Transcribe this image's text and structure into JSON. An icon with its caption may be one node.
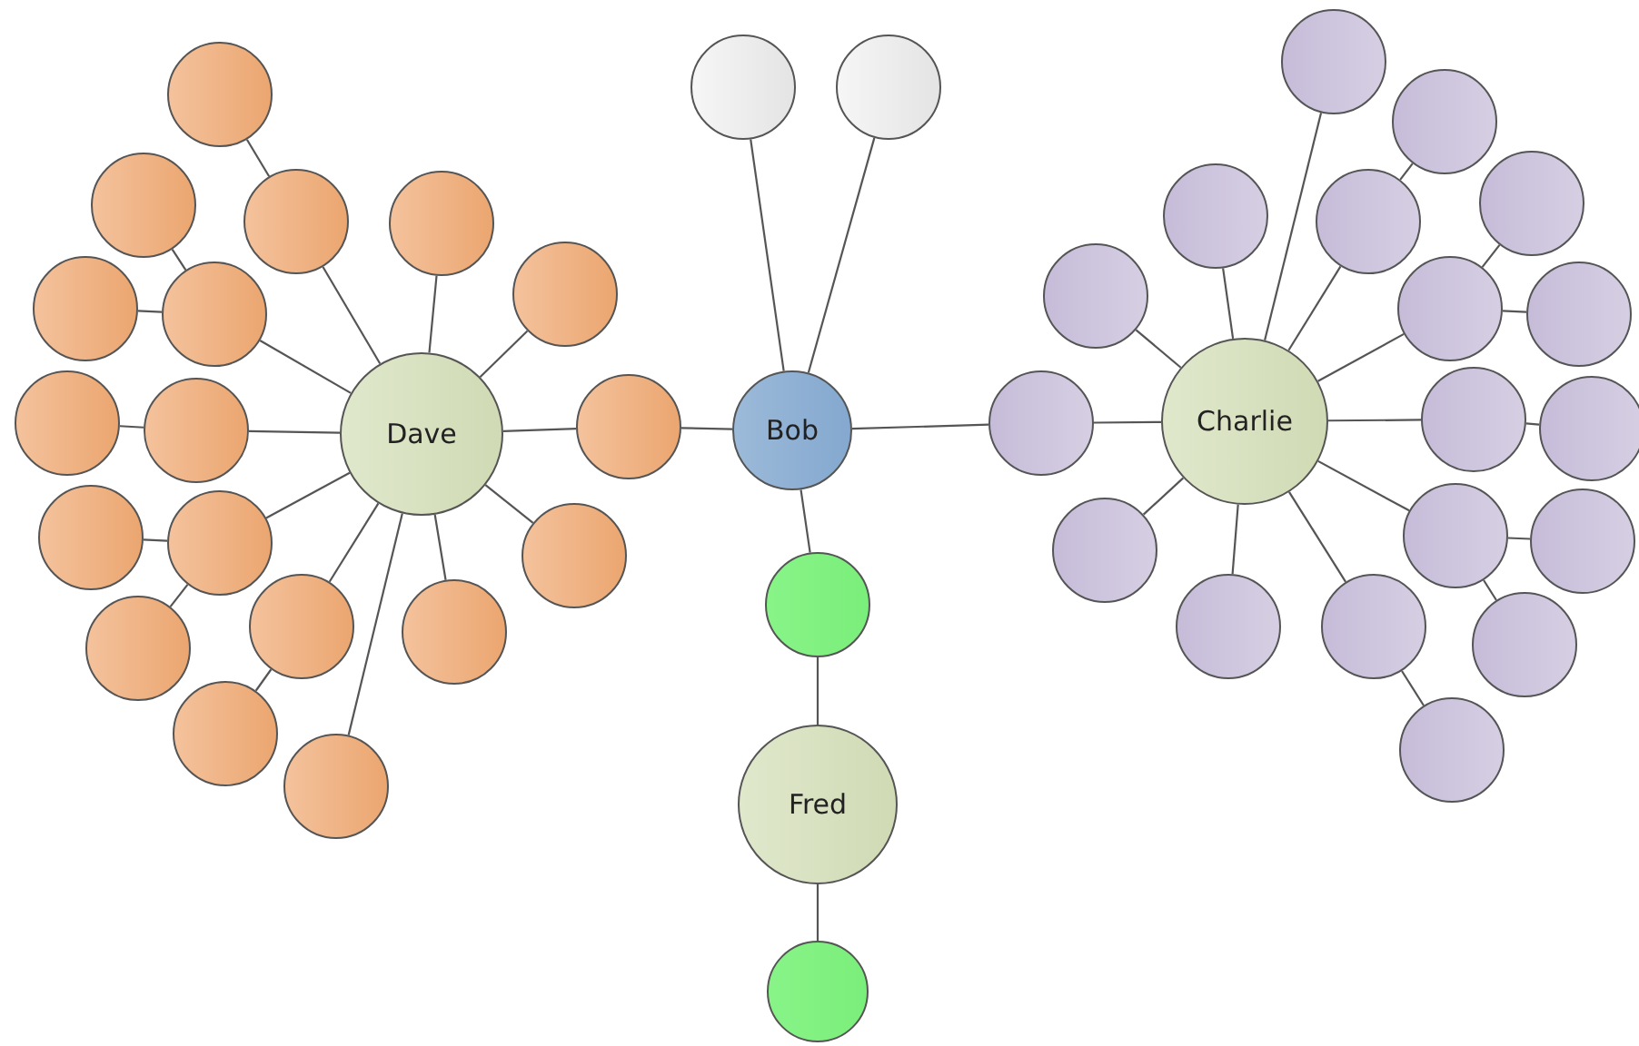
{
  "diagram": {
    "nodes": [
      {
        "text": [],
        "shape": "circle"
      },
      {
        "text": [],
        "shape": "circle"
      },
      {
        "text": [
          "Dave"
        ]
      },
      {
        "text": [],
        "shape": "circle"
      },
      {
        "text": [],
        "shape": "circle"
      },
      {
        "text": [],
        "shape": "circle"
      },
      {
        "text": [],
        "shape": "circle"
      },
      {
        "text": [],
        "shape": "circle"
      },
      {
        "text": [],
        "shape": "circle"
      },
      {
        "text": [],
        "shape": "circle"
      },
      {
        "text": [],
        "shape": "circle"
      },
      {
        "text": [],
        "shape": "circle"
      },
      {
        "text": [],
        "shape": "circle"
      },
      {
        "text": [],
        "shape": "circle"
      },
      {
        "text": [],
        "shape": "circle"
      },
      {
        "text": [],
        "shape": "circle"
      },
      {
        "text": [],
        "shape": "circle"
      },
      {
        "text": [],
        "shape": "circle"
      },
      {
        "text": [],
        "shape": "circle"
      },
      {
        "text": [],
        "shape": "circle"
      },
      {
        "text": [],
        "shape": "circle"
      },
      {
        "text": [
          "Bob"
        ]
      },
      {
        "text": [
          "Charlie"
        ]
      },
      {
        "text": [],
        "shape": "circle"
      },
      {
        "text": [],
        "shape": "circle"
      },
      {
        "text": [],
        "shape": "circle"
      },
      {
        "text": [],
        "shape": "circle"
      },
      {
        "text": [],
        "shape": "circle"
      },
      {
        "text": [],
        "shape": "circle"
      },
      {
        "text": [],
        "shape": "circle"
      },
      {
        "text": [],
        "shape": "circle"
      },
      {
        "text": [],
        "shape": "circle"
      },
      {
        "text": [],
        "shape": "circle"
      },
      {
        "text": [],
        "shape": "circle"
      },
      {
        "text": [],
        "shape": "circle"
      },
      {
        "text": [],
        "shape": "circle"
      },
      {
        "text": [],
        "shape": "circle"
      },
      {
        "text": [],
        "shape": "circle"
      },
      {
        "text": [],
        "shape": "circle"
      },
      {
        "text": [],
        "shape": "circle"
      },
      {
        "text": [],
        "shape": "circle"
      },
      {
        "text": [],
        "shape": "circle"
      },
      {
        "text": [
          "Fred"
        ]
      },
      {
        "text": [],
        "shape": "circle"
      }
    ],
    "edges": [
      {
        "from": 21,
        "to": 0,
        "arrow": "none"
      },
      {
        "from": 21,
        "to": 1,
        "arrow": "none"
      },
      {
        "from": 21,
        "to": 12,
        "arrow": "none"
      },
      {
        "from": 12,
        "to": 2,
        "arrow": "none"
      },
      {
        "from": 2,
        "to": 5,
        "arrow": "none"
      },
      {
        "from": 5,
        "to": 3,
        "arrow": "none"
      },
      {
        "from": 2,
        "to": 6,
        "arrow": "none"
      },
      {
        "from": 2,
        "to": 7,
        "arrow": "none"
      },
      {
        "from": 2,
        "to": 9,
        "arrow": "none"
      },
      {
        "from": 9,
        "to": 4,
        "arrow": "none"
      },
      {
        "from": 9,
        "to": 8,
        "arrow": "none"
      },
      {
        "from": 2,
        "to": 11,
        "arrow": "none"
      },
      {
        "from": 11,
        "to": 10,
        "arrow": "none"
      },
      {
        "from": 2,
        "to": 14,
        "arrow": "none"
      },
      {
        "from": 14,
        "to": 13,
        "arrow": "none"
      },
      {
        "from": 14,
        "to": 16,
        "arrow": "none"
      },
      {
        "from": 2,
        "to": 15,
        "arrow": "none"
      },
      {
        "from": 2,
        "to": 17,
        "arrow": "none"
      },
      {
        "from": 17,
        "to": 19,
        "arrow": "none"
      },
      {
        "from": 2,
        "to": 18,
        "arrow": "none"
      },
      {
        "from": 2,
        "to": 20,
        "arrow": "none"
      },
      {
        "from": 21,
        "to": 31,
        "arrow": "none"
      },
      {
        "from": 31,
        "to": 22,
        "arrow": "none"
      },
      {
        "from": 22,
        "to": 23,
        "arrow": "none"
      },
      {
        "from": 22,
        "to": 25,
        "arrow": "none"
      },
      {
        "from": 22,
        "to": 26,
        "arrow": "none"
      },
      {
        "from": 26,
        "to": 24,
        "arrow": "none"
      },
      {
        "from": 22,
        "to": 28,
        "arrow": "none"
      },
      {
        "from": 22,
        "to": 29,
        "arrow": "none"
      },
      {
        "from": 29,
        "to": 27,
        "arrow": "none"
      },
      {
        "from": 29,
        "to": 30,
        "arrow": "none"
      },
      {
        "from": 22,
        "to": 32,
        "arrow": "none"
      },
      {
        "from": 32,
        "to": 33,
        "arrow": "none"
      },
      {
        "from": 22,
        "to": 34,
        "arrow": "none"
      },
      {
        "from": 22,
        "to": 35,
        "arrow": "none"
      },
      {
        "from": 35,
        "to": 36,
        "arrow": "none"
      },
      {
        "from": 35,
        "to": 39,
        "arrow": "none"
      },
      {
        "from": 22,
        "to": 37,
        "arrow": "none"
      },
      {
        "from": 22,
        "to": 38,
        "arrow": "none"
      },
      {
        "from": 38,
        "to": 40,
        "arrow": "none"
      },
      {
        "from": 21,
        "to": 41,
        "arrow": "none"
      },
      {
        "from": 41,
        "to": 42,
        "arrow": "none"
      },
      {
        "from": 42,
        "to": 43,
        "arrow": "none"
      }
    ]
  }
}
